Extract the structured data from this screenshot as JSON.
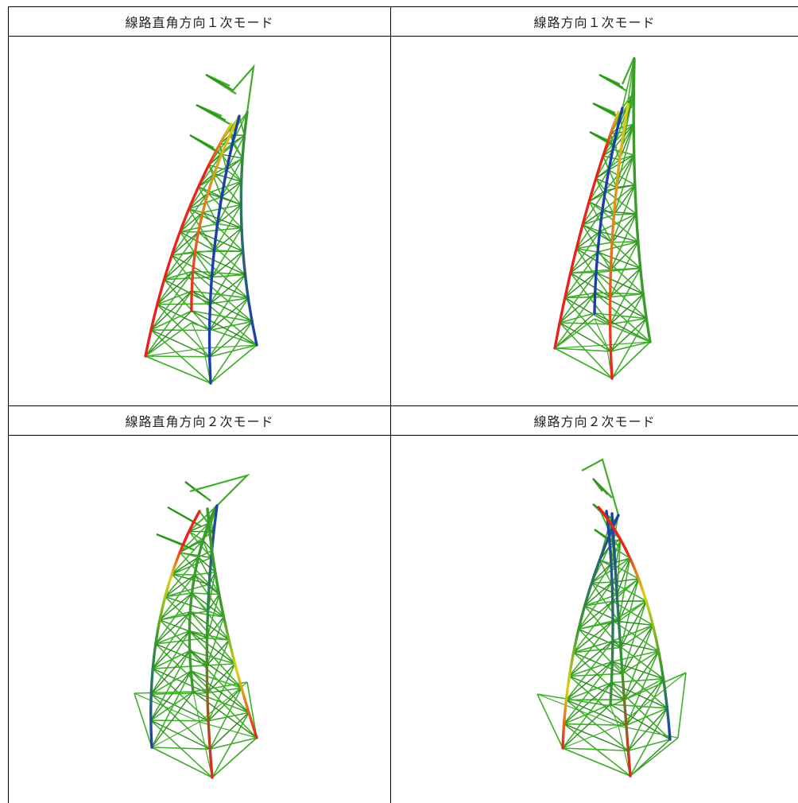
{
  "panels": [
    {
      "caption": "線路直角方向１次モード"
    },
    {
      "caption": "線路方向１次モード"
    },
    {
      "caption": "線路直角方向２次モード"
    },
    {
      "caption": "線路方向２次モード"
    }
  ],
  "colors": {
    "lattice": "#3fae2a",
    "lattice_dark": "#2a8a1c",
    "leg_red": "#e8231c",
    "leg_blue": "#1b3fa8",
    "leg_yellow": "#d8d21a",
    "leg_green": "#3a9a2a"
  }
}
